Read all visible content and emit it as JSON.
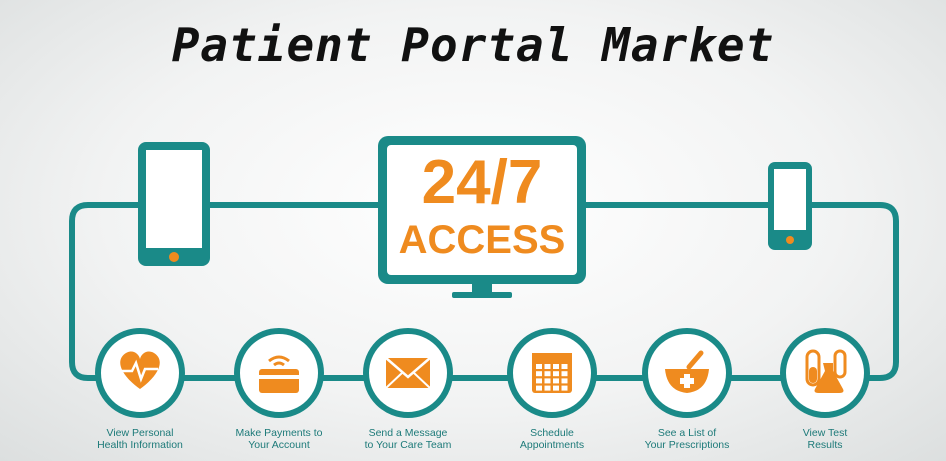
{
  "title": "Patient Portal Market",
  "center": {
    "line1": "24/7",
    "line2": "ACCESS"
  },
  "colors": {
    "teal": "#1a8a88",
    "orange": "#ef8b1f",
    "white": "#ffffff"
  },
  "features": [
    {
      "line1": "View Personal",
      "line2": "Health Information",
      "icon": "heart-pulse-icon"
    },
    {
      "line1": "Make Payments to",
      "line2": "Your Account",
      "icon": "card-wireless-icon"
    },
    {
      "line1": "Send a Message",
      "line2": "to Your Care Team",
      "icon": "envelope-icon"
    },
    {
      "line1": "Schedule",
      "line2": "Appointments",
      "icon": "calendar-icon"
    },
    {
      "line1": "See a List of",
      "line2": "Your Prescriptions",
      "icon": "mortar-pestle-icon"
    },
    {
      "line1": "View Test",
      "line2": "Results",
      "icon": "test-tubes-icon"
    }
  ]
}
